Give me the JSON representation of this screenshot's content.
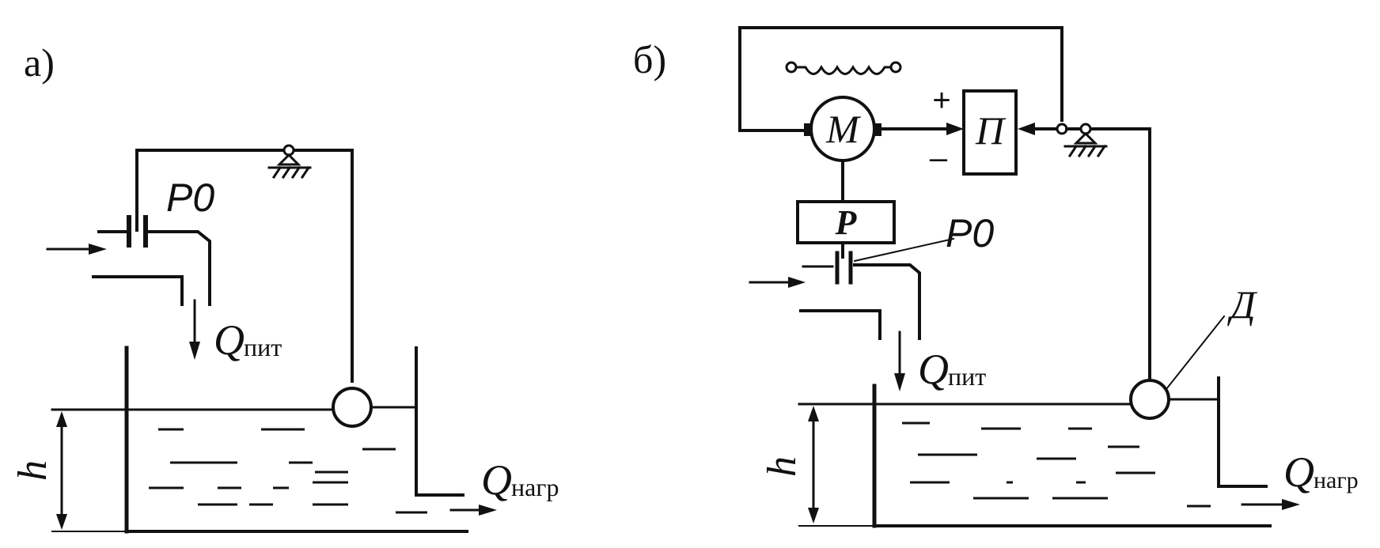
{
  "diagrams": {
    "a": {
      "panel_label": "а)",
      "regulator_label": "Р0",
      "supply_flow": {
        "symbol": "Q",
        "subscript": "пит"
      },
      "load_flow": {
        "symbol": "Q",
        "subscript": "нагр"
      },
      "level_label": "h"
    },
    "b": {
      "panel_label": "б)",
      "motor_label": "М",
      "amplifier_label": "П",
      "reducer_label": "Р",
      "regulator_label": "Р0",
      "sensor_label": "Д",
      "plus_sign": "+",
      "minus_sign": "–",
      "supply_flow": {
        "symbol": "Q",
        "subscript": "пит"
      },
      "load_flow": {
        "symbol": "Q",
        "subscript": "нагр"
      },
      "level_label": "h"
    }
  }
}
